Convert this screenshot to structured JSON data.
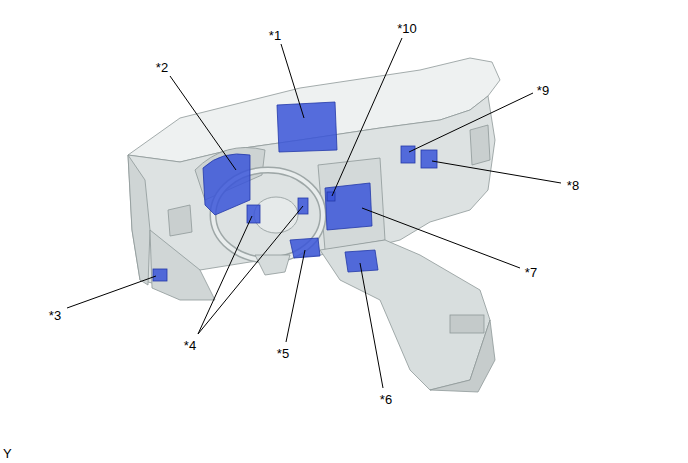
{
  "diagram": {
    "labels": [
      "*1",
      "*2",
      "*3",
      "*4",
      "*5",
      "*6",
      "*7",
      "*8",
      "*9",
      "*10",
      "Y"
    ]
  }
}
